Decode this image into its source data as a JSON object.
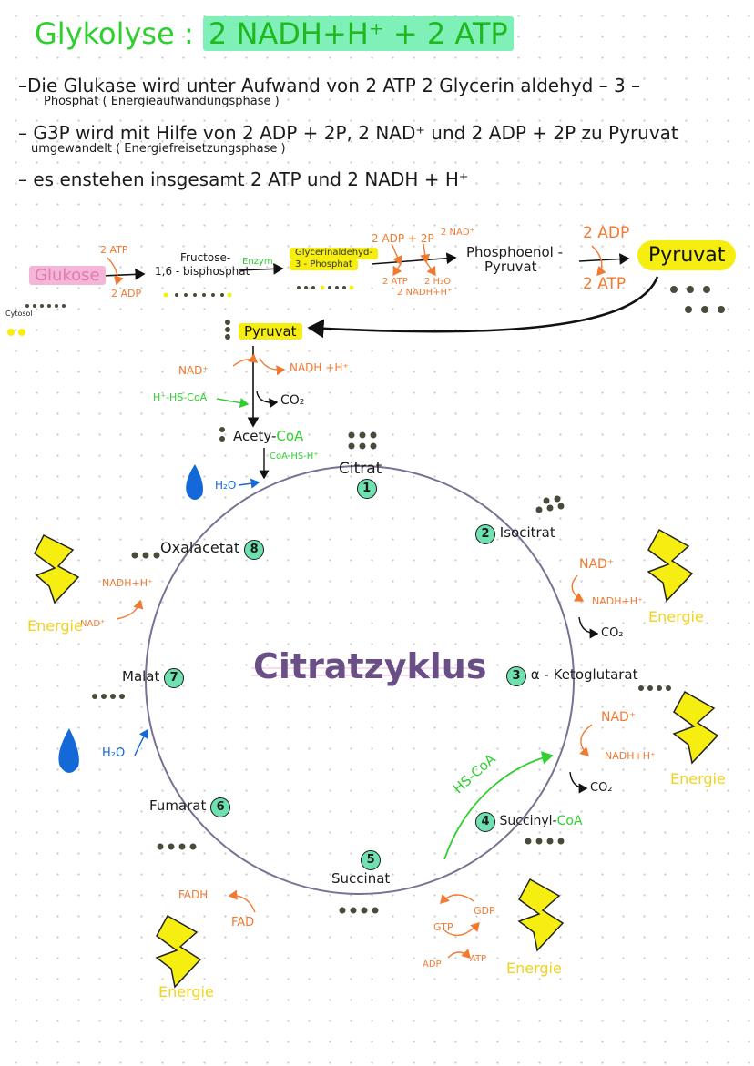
{
  "title": {
    "prefix": "Glykolyse :",
    "highlight": "2 NADH+H⁺ + 2 ATP"
  },
  "bullets": [
    {
      "main": "–Die Glukase wird unter Aufwand von 2 ATP 2 Glycerin aldehyd – 3 –",
      "sub": "Phosphat ( Energieaufwandungsphase )"
    },
    {
      "main": "– G3P wird mit Hilfe von 2 ADP + 2P, 2 NAD⁺ und 2 ADP + 2P zu Pyruvat",
      "sub": "umgewandelt ( Energiefreisetzungsphase )"
    },
    {
      "main": "– es enstehen insgesamt 2 ATP und 2 NADH + H⁺",
      "sub": ""
    }
  ],
  "glycolysis": {
    "glukose": "Glukose",
    "cytosol": "Cytosol",
    "atp_in": "2 ATP",
    "adp_out": "2 ADP",
    "fructose": "Fructose-",
    "fructose2": "1,6 - bisphosphat",
    "enzym": "Enzym",
    "g3p": "Glycerinaldehyd-",
    "g3p2": "3 - Phosphat",
    "in1": "2 ADP + 2P",
    "in2": "2 NAD⁺",
    "out1": "2 ATP",
    "out2": "2 H₂O",
    "out3": "2 NADH+H⁺",
    "pep": "Phosphoenol -",
    "pep2": "Pyruvat",
    "adp2": "2 ADP",
    "atp2": "2 ATP",
    "pyruvat": "Pyruvat"
  },
  "link": {
    "pyruvat": "Pyruvat",
    "nad": "NAD⁺",
    "nadh": "NADH +H⁺",
    "hscoa": "H⁺-HS-CoA",
    "co2": "CO₂",
    "acetyl": "Acety-",
    "coa": "CoA",
    "coahs": "CoA-HS-H⁺",
    "h2o": "H₂O"
  },
  "cycle": {
    "title": "Citratzyklus",
    "steps": [
      {
        "num": "1",
        "label": "Citrat"
      },
      {
        "num": "2",
        "label": "Isocitrat"
      },
      {
        "num": "3",
        "label": "α - Ketoglutarat"
      },
      {
        "num": "4",
        "label": "Succinyl-",
        "suffix": "CoA"
      },
      {
        "num": "5",
        "label": "Succinat"
      },
      {
        "num": "6",
        "label": "Fumarat"
      },
      {
        "num": "7",
        "label": "Malat"
      },
      {
        "num": "8",
        "label": "Oxalacetat"
      }
    ],
    "iso_nad": "NAD⁺",
    "iso_nadh": "NADH+H⁺",
    "iso_co2": "CO₂",
    "keto_nad": "NAD⁺",
    "keto_nadh": "NADH+H⁺",
    "keto_co2": "CO₂",
    "hscoa": "HS-CoA",
    "gtp": "GTP",
    "gdp": "GDP",
    "adp": "ADP",
    "atp": "ATP",
    "fadh": "FADH",
    "fad": "FAD",
    "malat_h2o": "H₂O",
    "oxa_nadh": "NADH+H⁺",
    "oxa_nad": "NAD⁺",
    "energie": "Energie"
  },
  "colors": {
    "green": "#2fcf2f",
    "highlight_green": "#7ff0b8",
    "orange": "#f07a30",
    "yellow": "#f5ee10",
    "purple": "#6a4e86",
    "pink": "#f4b6d6",
    "blue": "#1468d8",
    "circle": "#7b6f92"
  }
}
